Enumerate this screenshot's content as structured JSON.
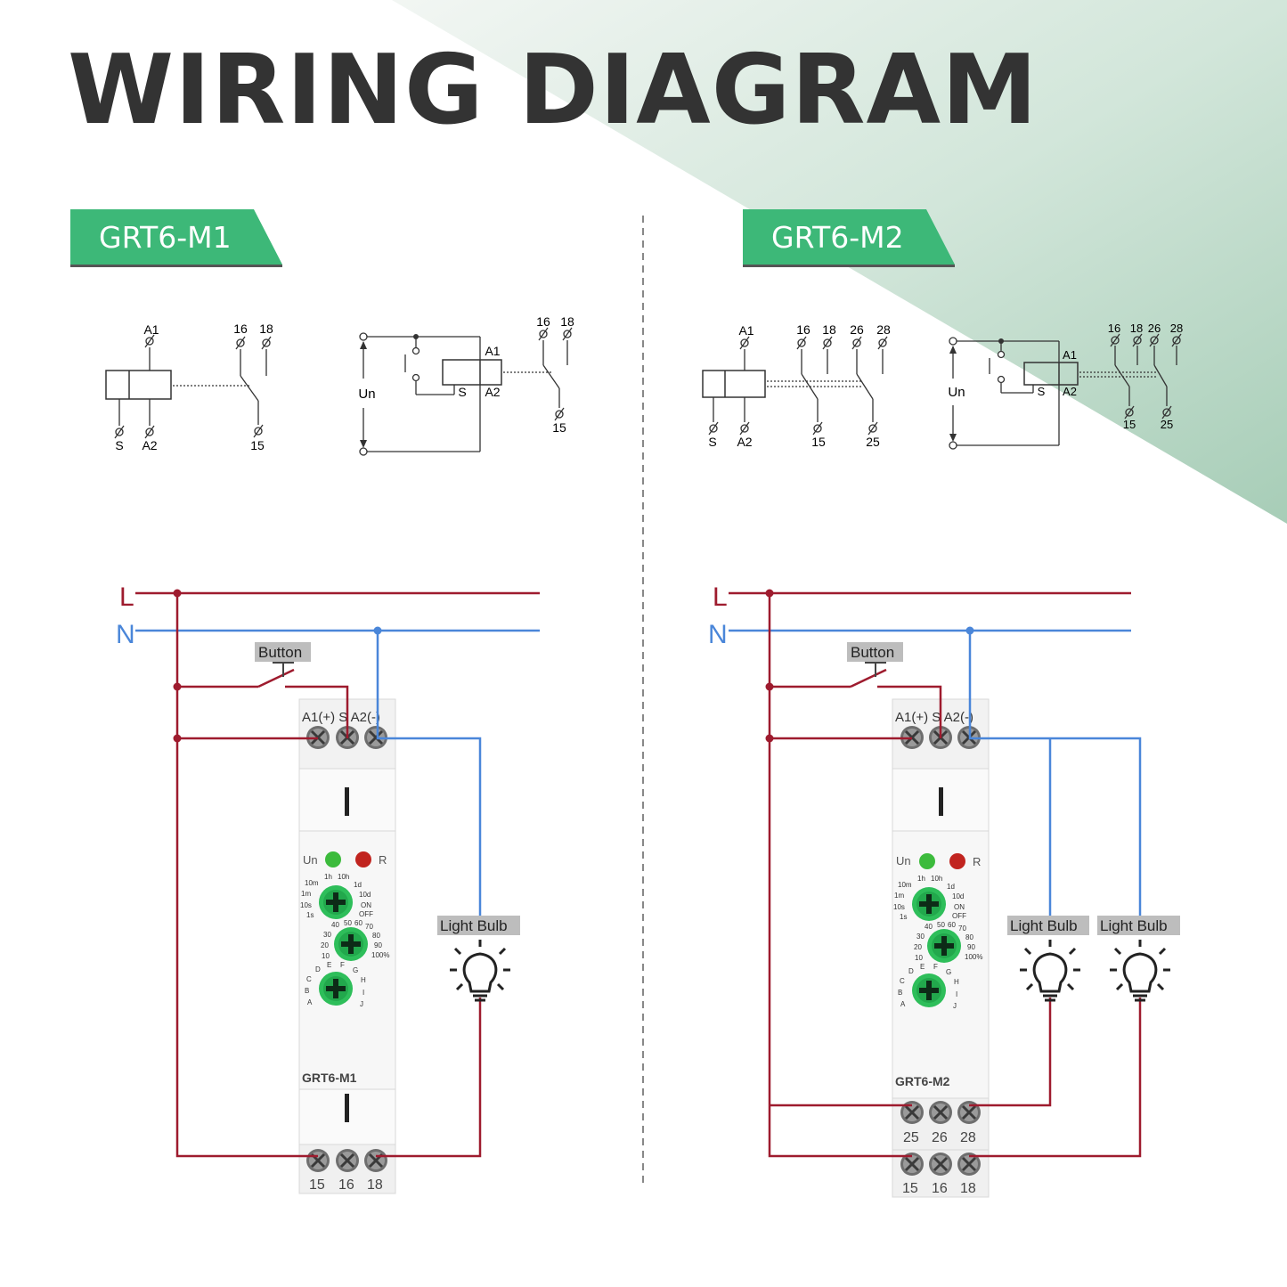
{
  "title": "WIRING DIAGRAM",
  "colors": {
    "green": "#3DB878",
    "live": "#9E1B2E",
    "neutral": "#4A86D9",
    "text": "#333333",
    "knob": "#2EBE5A"
  },
  "models": [
    {
      "name": "GRT6-M1",
      "schematic": {
        "coil": {
          "A1": "A1",
          "S": "S",
          "A2": "A2"
        },
        "contacts": [
          "16",
          "18",
          "15"
        ],
        "circuit": {
          "supply": "Un",
          "A1": "A1",
          "S": "S",
          "A2": "A2",
          "contacts": [
            "16",
            "18",
            "15"
          ]
        }
      },
      "lines": {
        "L": "L",
        "N": "N"
      },
      "button": "Button",
      "device": {
        "top_terminals": "A1(+) S A2(-)",
        "un": "Un",
        "r": "R",
        "dial1": [
          "10m",
          "1h",
          "10h",
          "1d",
          "1m",
          "10d",
          "10s",
          "ON",
          "1s",
          "OFF"
        ],
        "dial2": [
          "40",
          "50",
          "60",
          "70",
          "30",
          "80",
          "20",
          "90",
          "10",
          "100%"
        ],
        "dial3": [
          "D",
          "E",
          "F",
          "G",
          "C",
          "H",
          "B",
          "I",
          "A",
          "J"
        ],
        "label": "GRT6-M1",
        "bottom_terminals": [
          "15",
          "16",
          "18"
        ]
      },
      "loads": [
        "Light Bulb"
      ]
    },
    {
      "name": "GRT6-M2",
      "schematic": {
        "coil": {
          "A1": "A1",
          "S": "S",
          "A2": "A2"
        },
        "contacts": [
          "16",
          "18",
          "26",
          "28",
          "15",
          "25"
        ],
        "circuit": {
          "supply": "Un",
          "A1": "A1",
          "S": "S",
          "A2": "A2",
          "contacts": [
            "16",
            "18",
            "26",
            "28",
            "15",
            "25"
          ]
        }
      },
      "lines": {
        "L": "L",
        "N": "N"
      },
      "button": "Button",
      "device": {
        "top_terminals": "A1(+) S A2(-)",
        "un": "Un",
        "r": "R",
        "dial1": [
          "10m",
          "1h",
          "10h",
          "1d",
          "1m",
          "10d",
          "10s",
          "ON",
          "1s",
          "OFF"
        ],
        "dial2": [
          "40",
          "50",
          "60",
          "70",
          "30",
          "80",
          "20",
          "90",
          "10",
          "100%"
        ],
        "dial3": [
          "D",
          "E",
          "F",
          "G",
          "C",
          "H",
          "B",
          "I",
          "A",
          "J"
        ],
        "label": "GRT6-M2",
        "mid_terminals": [
          "25",
          "26",
          "28"
        ],
        "bottom_terminals": [
          "15",
          "16",
          "18"
        ]
      },
      "loads": [
        "Light Bulb",
        "Light Bulb"
      ]
    }
  ]
}
